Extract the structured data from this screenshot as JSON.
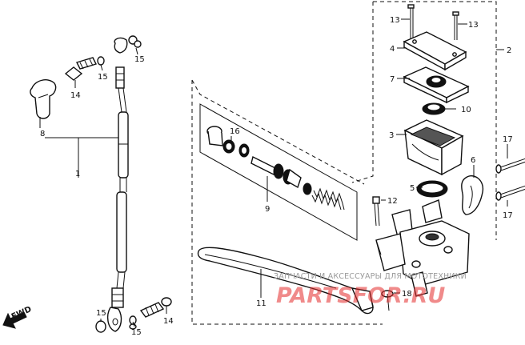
{
  "labels": {
    "l13a": "13",
    "l13b": "13",
    "l2": "2",
    "l4": "4",
    "l7": "7",
    "l10": "10",
    "l3": "3",
    "l5": "5",
    "l6": "6",
    "l17a": "17",
    "l17b": "17",
    "l12": "12",
    "l16": "16",
    "l9": "9",
    "l11": "11",
    "l18": "18",
    "l8": "8",
    "l14a": "14",
    "l14b": "14",
    "l15a": "15",
    "l15b": "15",
    "l15c": "15",
    "l15d": "15",
    "l1": "1"
  },
  "fwd_label": "FWD",
  "watermark": {
    "top_text": "ЗАПЧАСТИ И АКСЕССУАРЫ ДЛЯ МОТОТЕХНИКИ",
    "main_text": "PARTSFOR.RU"
  }
}
